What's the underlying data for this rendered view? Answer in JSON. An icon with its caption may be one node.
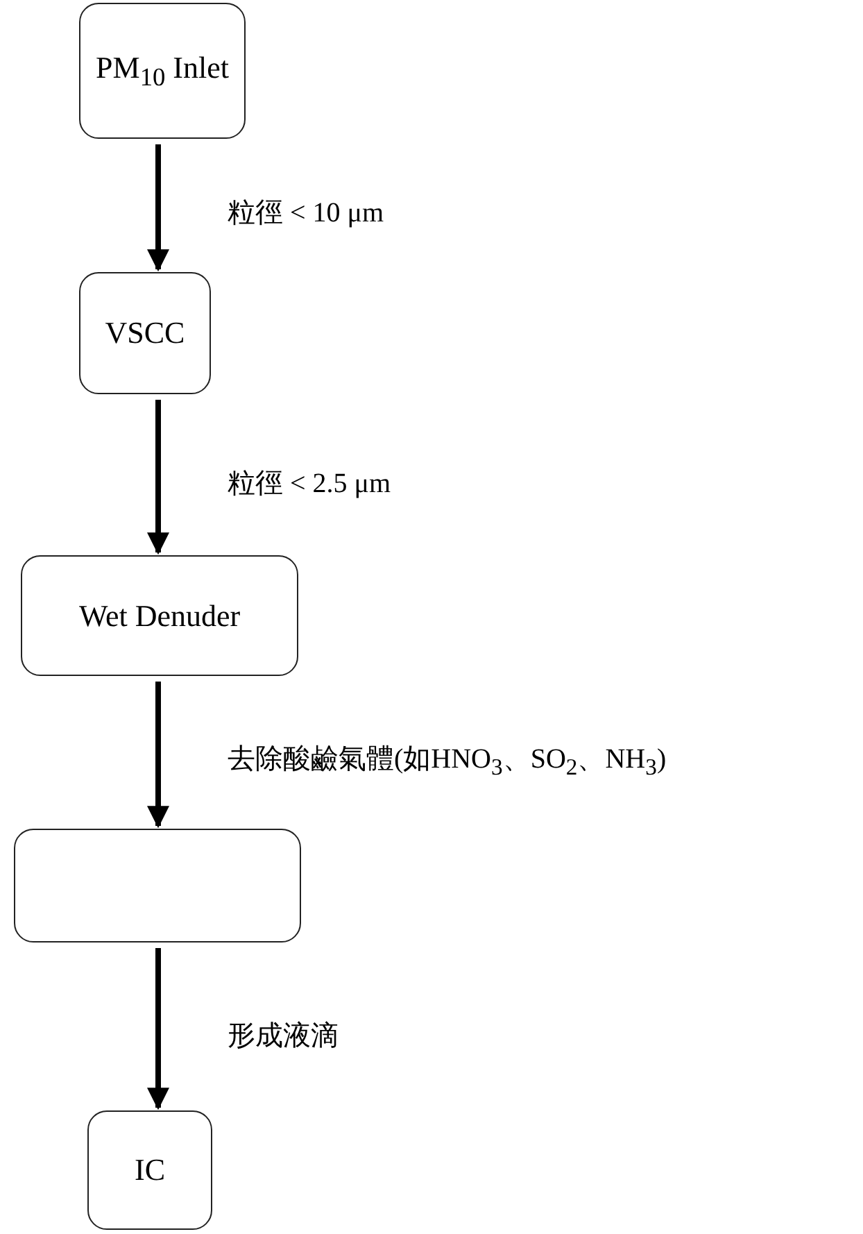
{
  "diagram": {
    "nodes": [
      {
        "text": [
          "PM$_{10}$ Inlet"
        ]
      },
      {
        "text": [
          "VSCC"
        ]
      },
      {
        "text": [
          "Wet Denuder"
        ]
      },
      {
        "text": [],
        "shape": "box"
      },
      {
        "text": [
          "IC"
        ]
      }
    ],
    "edges": [
      {
        "from": 0,
        "to": 1,
        "arrow": "to",
        "label": "粒徑 < 10 μm"
      },
      {
        "from": 1,
        "to": 2,
        "arrow": "to",
        "label": "粒徑 < 2.5 μm"
      },
      {
        "from": 2,
        "to": 3,
        "arrow": "to",
        "label": "去除酸鹼氣體(如HNO$_{3}$、SO$_{2}$、NH$_{3}$)"
      },
      {
        "from": 3,
        "to": 4,
        "arrow": "to",
        "label": "形成液滴"
      }
    ]
  }
}
